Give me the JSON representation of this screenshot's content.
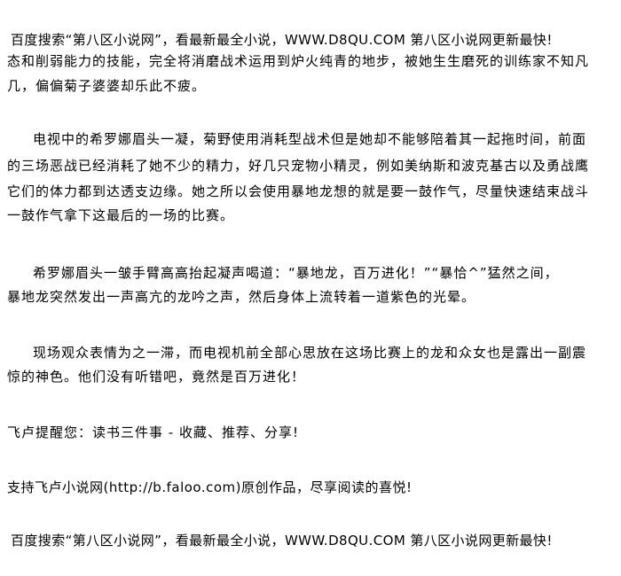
{
  "header_ad": "百度搜索“第八区小说网”，看最新最全小说，WWW.D8QU.COM  第八区小说网更新最快!",
  "paragraphs": [
    {
      "lines": [
        "态和削弱能力的技能，完全将消磨战术运用到炉火纯青的地步，被她生生磨死的训练家不知凡",
        "几，偏偏菊子婆婆却乐此不疲。"
      ]
    },
    {
      "lines": [
        "电视中的希罗娜眉头一凝，菊野使用消耗型战术但是她却不能够陪着其一起拖时间，前面",
        "的三场恶战已经消耗了她不少的精力，好几只宠物小精灵，例如美纳斯和波克基古以及勇战鹰",
        "它们的体力都到达透支边缘。她之所以会使用暴地龙想的就是要一鼓作气，尽量快速结束战斗",
        "一鼓作气拿下这最后的一场的比赛。"
      ]
    },
    {
      "lines": [
        "希罗娜眉头一皱手臂高高抬起凝声喝道：“暴地龙，百万进化！”“暴恰^”猛然之间，",
        "暴地龙突然发出一声高亢的龙吟之声，然后身体上流转着一道紫色的光晕。"
      ]
    },
    {
      "lines": [
        "现场观众表情为之一滞，而电视机前全部心思放在这场比赛上的龙和众女也是露出一副震",
        "惊的神色。他们没有听错吧，竟然是百万进化！"
      ]
    }
  ],
  "reminder": "飞卢提醒您：读书三件事 - 收藏、推荐、分享!",
  "support": "支持飞卢小说网(http://b.faloo.com)原创作品，尽享阅读的喜悦!",
  "footer_ad": "百度搜索“第八区小说网”，看最新最全小说，WWW.D8QU.COM  第八区小说网更新最快!"
}
